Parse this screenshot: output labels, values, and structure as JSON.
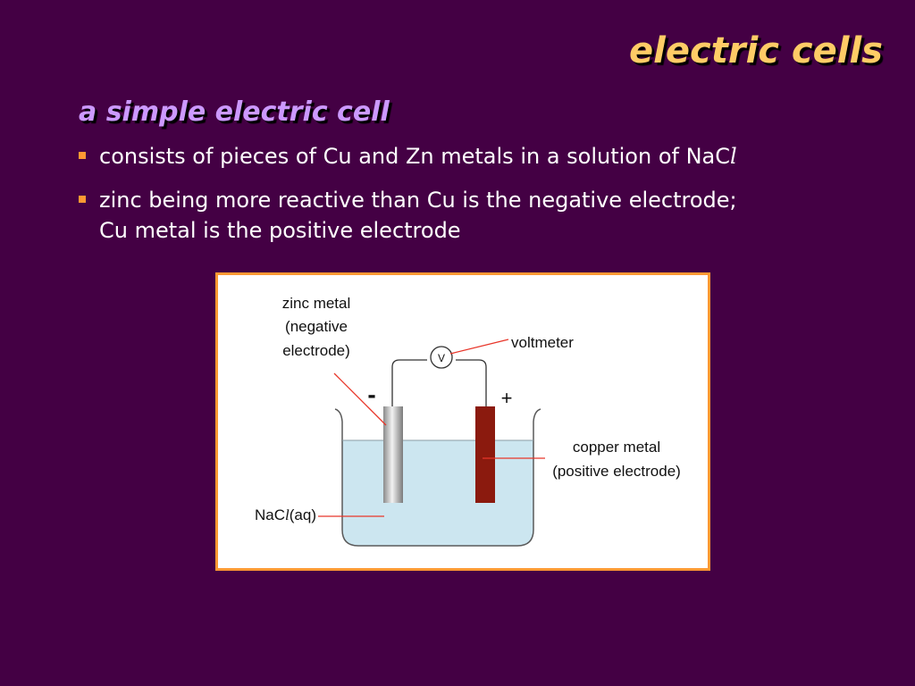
{
  "slide": {
    "title": "electric cells",
    "subtitle": "a simple electric cell",
    "bullets": [
      {
        "text": "consists of pieces of Cu and Zn metals in a solution of NaC",
        "suffix": "l"
      },
      {
        "line1": "zinc being more reactive than Cu is the negative electrode;",
        "line2": "Cu metal is the positive electrode"
      }
    ]
  },
  "diagram": {
    "labels": {
      "zinc_line1": "zinc metal",
      "zinc_line2": "(negative",
      "zinc_line3": "electrode)",
      "voltmeter": "voltmeter",
      "voltmeter_symbol": "V",
      "negative_sign": "-",
      "positive_sign": "+",
      "copper_line1": "copper metal",
      "copper_line2": "(positive electrode)",
      "solution_prefix": "NaC",
      "solution_l": "l",
      "solution_suffix": "(aq)"
    }
  },
  "colors": {
    "background": "#440044",
    "title": "#FFCC66",
    "subtitle": "#CC99FF",
    "bullet_marker": "#FF9933",
    "figure_border": "#FF9933",
    "solution": "#CCE6F0",
    "copper": "#8B1A0E",
    "zinc": "#B8B8B8",
    "pointer_line": "#E8362A"
  }
}
